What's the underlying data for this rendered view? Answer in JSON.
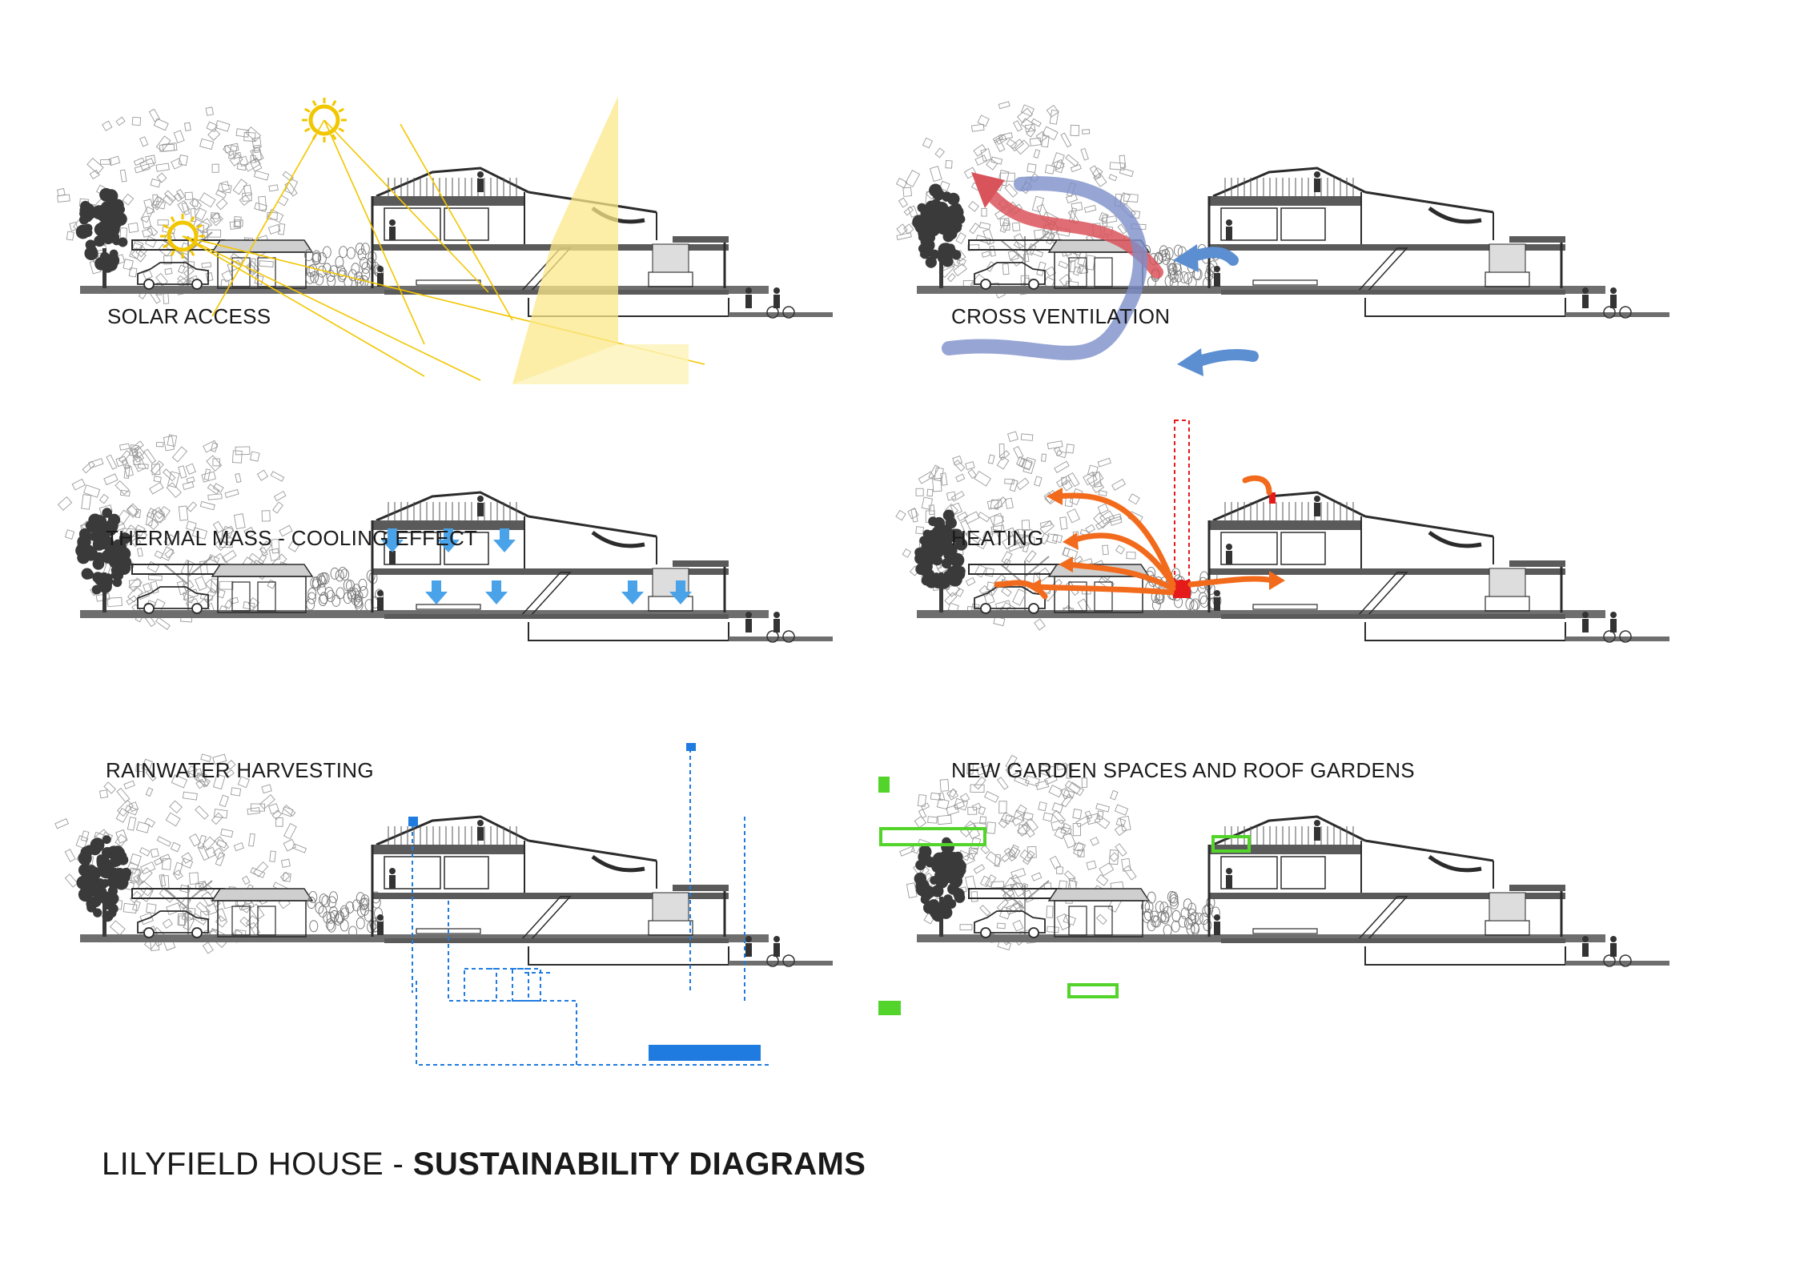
{
  "title": {
    "prefix": "LILYFIELD HOUSE - ",
    "bold": "SUSTAINABILITY  DIAGRAMS"
  },
  "diagrams": [
    {
      "key": "solar",
      "label": "SOLAR ACCESS"
    },
    {
      "key": "cross",
      "label": "CROSS VENTILATION"
    },
    {
      "key": "thermal",
      "label": "THERMAL MASS - COOLING EFFECT"
    },
    {
      "key": "heating",
      "label": "HEATING"
    },
    {
      "key": "rain",
      "label": "RAINWATER HARVESTING"
    },
    {
      "key": "garden",
      "label": "NEW GARDEN SPACES  AND ROOF GARDENS"
    }
  ],
  "colors": {
    "sun": "#f2c600",
    "sunlight": "#fbe88a",
    "air_warm": "#d9545a",
    "air_cool": "#5b8fd1",
    "cooling": "#4aa3e8",
    "heat": "#f26a1b",
    "heater": "#e51b1b",
    "water": "#1f7be0",
    "garden": "#52d42a",
    "line": "#2b2b2b",
    "ground": "#6e6e6e"
  }
}
